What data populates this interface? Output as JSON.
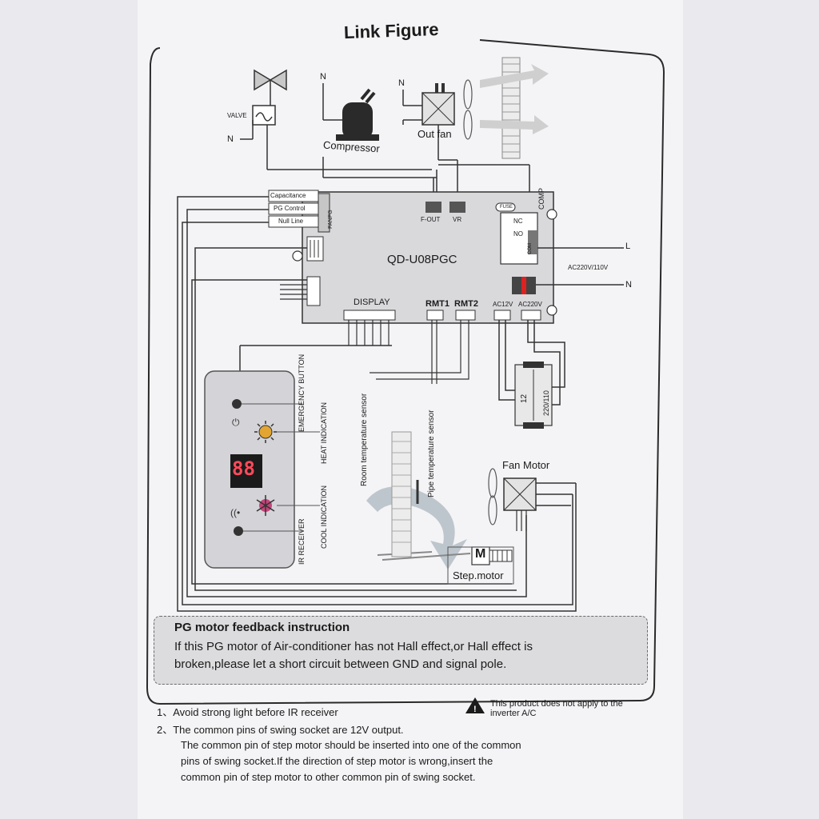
{
  "title": "Link Figure",
  "components": {
    "valve_label": "VALVE",
    "n_label": "N",
    "compressor_label": "Compressor",
    "out_fan_label": "Out fan",
    "fan_motor_label": "Fan Motor",
    "step_motor_label": "Step.motor",
    "step_motor_glyph": "M",
    "l_label": "L",
    "ac_label": "AC220V/110V"
  },
  "board": {
    "model": "QD-U08PGC",
    "left_connectors": [
      "Capacitance",
      "PG Control",
      "Null Line"
    ],
    "fanpg_label": "FANPG",
    "f_out": "F-OUT",
    "vr": "VR",
    "fuse": "FUSE",
    "comp": "COMP",
    "nc": "NC",
    "no": "NO",
    "com": "COM",
    "display": "DISPLAY",
    "rmt1": "RMT1",
    "rmt2": "RMT2",
    "ac12v": "AC12V",
    "ac220v": "AC220V"
  },
  "transformer": {
    "left": "12",
    "right": "220/110"
  },
  "display_panel": {
    "digits": "88",
    "labels": [
      "EMERGENCY BUTTON",
      "HEAT INDICATION",
      "COOL INDICATION",
      "IR RECEIVER"
    ]
  },
  "sensors": {
    "room": "Room temperature sensor",
    "pipe": "Pipe temperature sensor"
  },
  "feedback": {
    "title": "PG motor feedback instruction",
    "line1": "If this PG motor of Air-conditioner has not Hall effect,or Hall effect is",
    "line2": "broken,please let a short circuit between GND and signal pole."
  },
  "warning": "This product does not apply to the inverter A/C",
  "notes": [
    "1、Avoid strong light before IR receiver",
    "2、The common pins of swing socket are 12V output.",
    "The common pin of step motor should be inserted into one of the common",
    "pins of swing  socket.If the direction of step motor is wrong,insert the",
    "common pin of step motor to other  common pin of swing socket."
  ]
}
